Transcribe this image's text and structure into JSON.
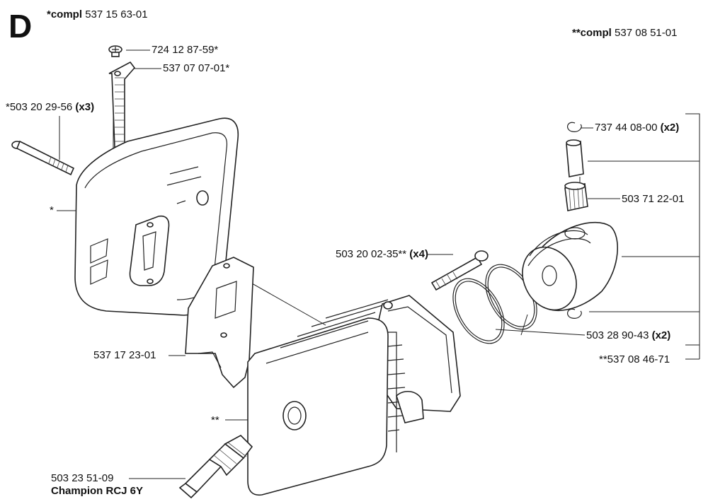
{
  "section_letter": "D",
  "header_left": {
    "prefix": "*compl",
    "number": "537 15 63-01"
  },
  "header_right": {
    "prefix": "**compl",
    "number": "537 08 51-01"
  },
  "labels": {
    "screw_top": "724 12 87-59*",
    "bracket_top": "537 07 07-01*",
    "bolt_left": "*503 20 29-56",
    "bolt_left_qty": "(x3)",
    "muffler_mark": "*",
    "gasket": "537 17 23-01",
    "cylinder_mark": "**",
    "spark_plug": "503 23 51-09",
    "spark_plug_brand": "Champion RCJ 6Y",
    "cyl_bolt": "503 20 02-35**",
    "cyl_bolt_qty": "(x4)",
    "circlip": "737 44 08-00",
    "circlip_qty": "(x2)",
    "bearing": "503 71 22-01",
    "rings": "503 28 90-43",
    "rings_qty": "(x2)",
    "piston_kit": "**537 08 46-71"
  }
}
